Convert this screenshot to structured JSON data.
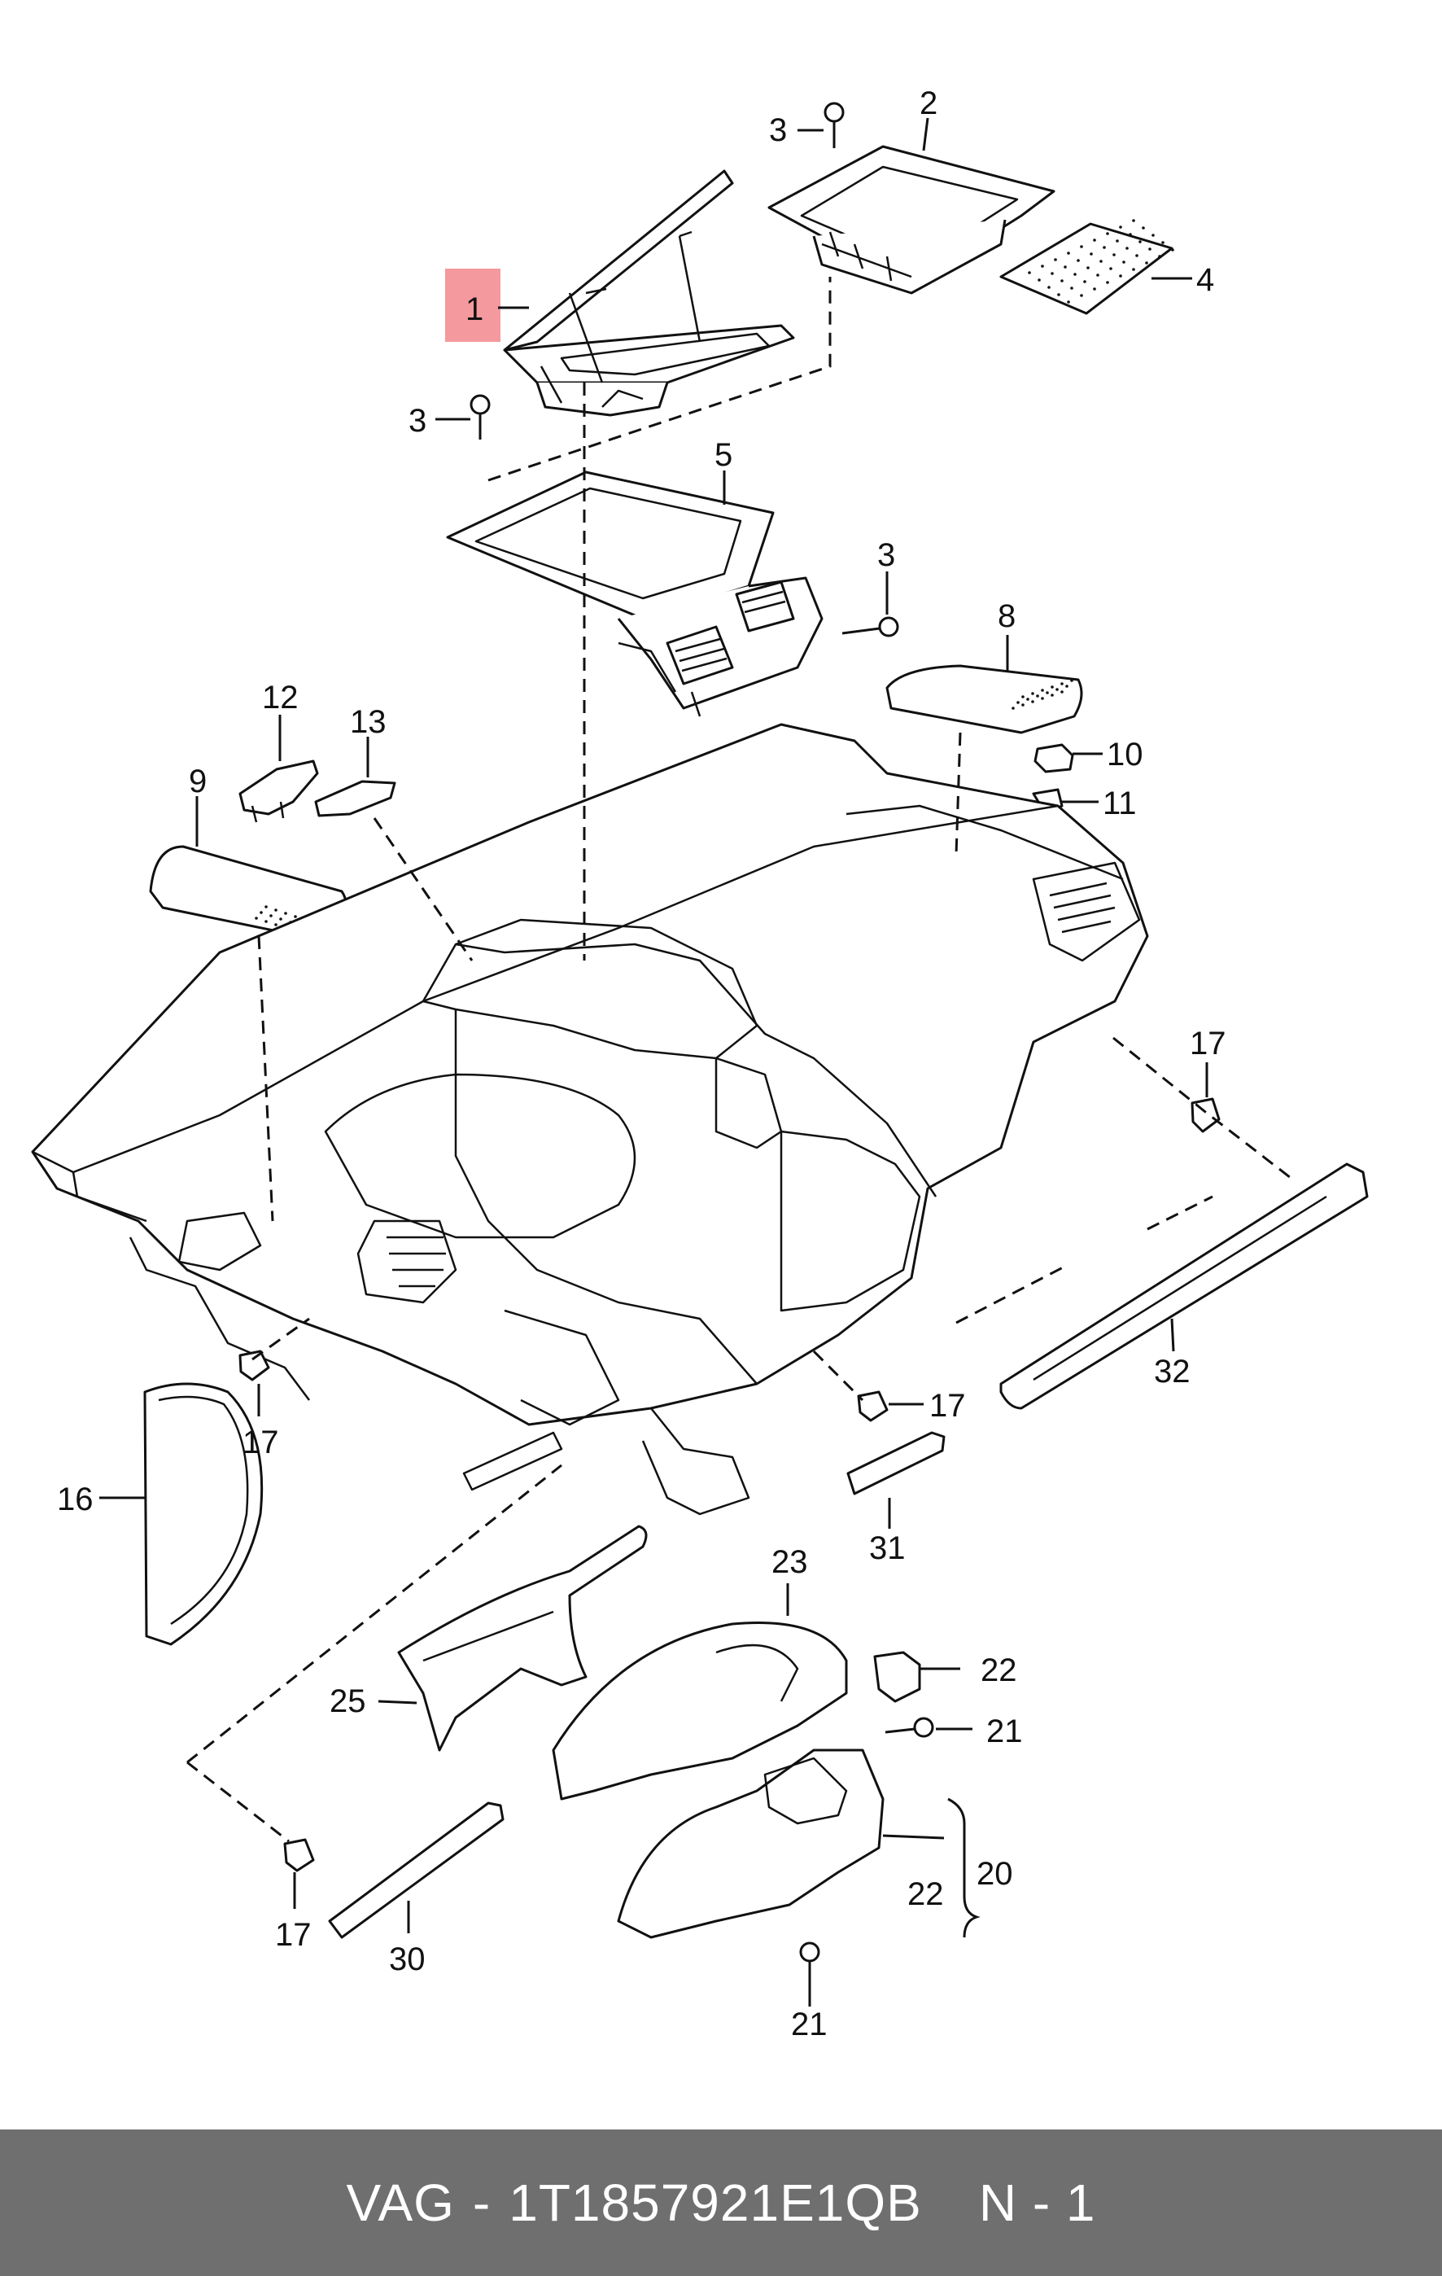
{
  "diagram": {
    "highlight_color": "#f4999d",
    "line_color": "#111111",
    "labels": [
      {
        "id": "l1",
        "text": "1"
      },
      {
        "id": "l2",
        "text": "2"
      },
      {
        "id": "l3a",
        "text": "3"
      },
      {
        "id": "l3b",
        "text": "3"
      },
      {
        "id": "l3c",
        "text": "3"
      },
      {
        "id": "l4",
        "text": "4"
      },
      {
        "id": "l5",
        "text": "5"
      },
      {
        "id": "l8",
        "text": "8"
      },
      {
        "id": "l9",
        "text": "9"
      },
      {
        "id": "l10",
        "text": "10"
      },
      {
        "id": "l11",
        "text": "11"
      },
      {
        "id": "l12",
        "text": "12"
      },
      {
        "id": "l13",
        "text": "13"
      },
      {
        "id": "l16",
        "text": "16"
      },
      {
        "id": "l17a",
        "text": "17"
      },
      {
        "id": "l17b",
        "text": "17"
      },
      {
        "id": "l17c",
        "text": "17"
      },
      {
        "id": "l17d",
        "text": "17"
      },
      {
        "id": "l20",
        "text": "20"
      },
      {
        "id": "l21a",
        "text": "21"
      },
      {
        "id": "l21b",
        "text": "21"
      },
      {
        "id": "l22a",
        "text": "22"
      },
      {
        "id": "l22b",
        "text": "22"
      },
      {
        "id": "l23",
        "text": "23"
      },
      {
        "id": "l25",
        "text": "25"
      },
      {
        "id": "l30",
        "text": "30"
      },
      {
        "id": "l31",
        "text": "31"
      },
      {
        "id": "l32",
        "text": "32"
      }
    ]
  },
  "footer": {
    "brand": "VAG",
    "separator": "-",
    "part_number": "1T1857921E1QB",
    "page": "N - 1",
    "background": "#6f6f6f"
  }
}
